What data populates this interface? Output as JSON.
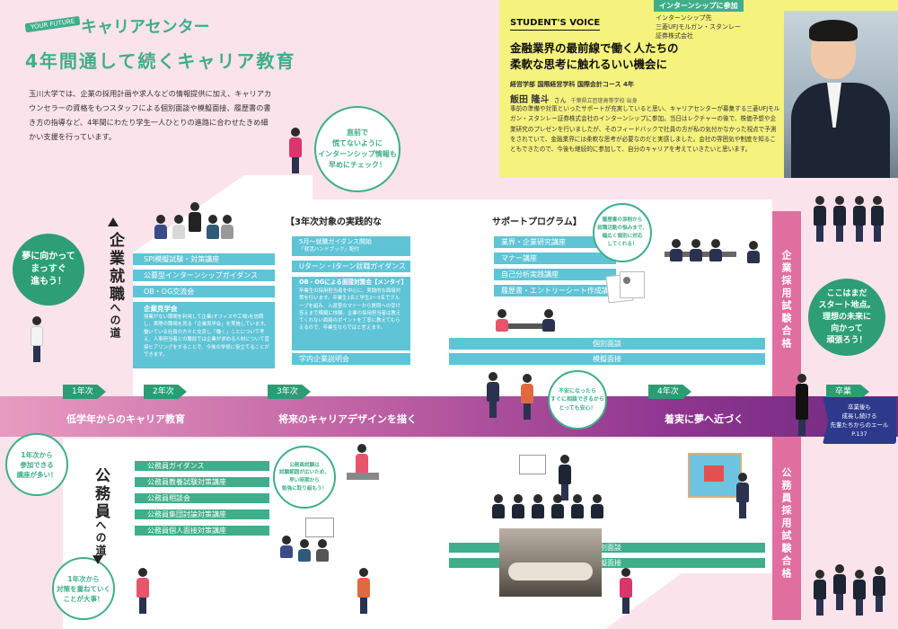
{
  "header": {
    "badge": "YOUR FUTURE",
    "title": "キャリアセンター",
    "subtitle": "4年間通して続くキャリア教育"
  },
  "intro": "玉川大学では、企業の採用計画や求人などの情報提供に加え、キャリアカウンセラーの資格をもつスタッフによる個別面談や模擬面接、履歴書の書き方の指導など、4年間にわたり学生一人ひとりの進路に合わせたきめ細かい支援を行っています。",
  "voice": {
    "tag": "インターンシップに参加",
    "label": "STUDENT'S VOICE",
    "company": "インターンシップ先\n三菱UFJモルガン・スタンレー\n証券株式会社",
    "headline": "金融業界の最前線で働く人たちの\n柔軟な思考に触れるいい機会に",
    "dept": "経営学部 国際経営学科 国際会計コース 4年",
    "name": "飯田 隆斗",
    "name_suffix": "さん",
    "school": "千葉県立匝瑳高等学校 出身",
    "body": "事前の準備や対策といったサポートが充実していると思い、キャリアセンターが募集する三菱UFJモルガン・スタンレー証券株式会社のインターンシップに参加。当日はレクチャーの後で、株価予想や企業研究のプレゼンを行いましたが、そのフィードバックで社員の方が私の気付かなかった視点で予測をされていて、金融業界には柔軟な思考が必要なのだと実感しました。会社の雰囲気や制度を知ることもできたので、今後も継続的に参加して、自分のキャリアを考えていきたいと思います。"
  },
  "bubbles": {
    "top_advice": "直前で\n慌てないように\nインターンシップ情報も\n早めにチェック！",
    "dream": "夢に向かって\nまっすぐ\n進もう！",
    "year1": "1年次から\n参加できる\n講座が多い！",
    "year1b": "1年次から\n対策を重ねていく\nことが大事！",
    "resume": "履歴書の添削から\n就職活動の悩みまで、\n幅広く個別に対応\nしてくれる！",
    "anxious": "不安になったら\nすぐに相談できるから\nとっても安心！",
    "civil": "公務員試験は\n試験範囲が広いため、\n早い時期から\n勉強に取り組もう！",
    "start": "ここはまだ\nスタート地点。\n理想の未来に\n向かって\n頑張ろう！",
    "graduates": "卒業後も\n成長し続ける\n先輩たちからのエール\nP.137"
  },
  "roads": {
    "corporate_title": "企業就職",
    "corporate_suffix": "への道",
    "civil_title": "公務員",
    "civil_suffix": "への道",
    "pass_corporate": "企業採用試験合格",
    "pass_civil": "公務員採用試験合格"
  },
  "timeline": {
    "years": [
      "1年次",
      "2年次",
      "3年次",
      "4年次",
      "卒業"
    ],
    "phases": [
      "低学年からのキャリア教育",
      "将来のキャリアデザインを描く",
      "着実に夢へ近づく"
    ]
  },
  "corporate_items": [
    "SPI模擬試験・対策講座",
    "公募型インターンシップガイダンス",
    "OB・OG交流会"
  ],
  "corporate_visit": {
    "title": "企業見学会",
    "body": "授業がない期間を利用して企業(オフィスや工場)を訪問し、実際の職場を見る「企業見学会」を実施しています。働いている社員の方々と交流し「働く」ことについて考え、人事担当者との懇談では企業が求める人材について直接ヒアリングをすることで、今後の学修に役立てることができます。"
  },
  "program": {
    "title_left": "【3年次対象の実践的な",
    "title_right": "サポートプログラム】",
    "guidance": "5月～就職ガイダンス開始",
    "guidance_sub": "「就活ハンドブック」配付",
    "uturn": "Uターン・Iターン就職ガイダンス",
    "mentai_title": "OB・OGによる面接対策会【メンタイ】",
    "mentai_body": "卒業生の採用担当者を中心に、実践的な面接対策を行います。卒業生1名と学生2〜3名でグループを組み、入退室のマナーから質問への受け答えまで模擬に体験。企業の採用担当者は教えてくれない面接のポイントを丁寧に教えてもらえるので、卒業生ならではと言えます。",
    "campus": "学内企業説明会",
    "right": [
      "業界・企業研究講座",
      "マナー講座",
      "自己分析実践講座",
      "履歴書・エントリーシート作成講座"
    ],
    "interview": "個別面談",
    "mock": "模擬面接"
  },
  "civil_items": [
    "公務員ガイダンス",
    "公務員教養試験対策講座",
    "公務員相談会",
    "公務員集団討論対策講座",
    "公務員個人面接対策講座"
  ],
  "civil_right": [
    "個別面談",
    "模擬面接"
  ],
  "colors": {
    "green": "#3fae8a",
    "teal": "#5ec4d6",
    "purple": "#7e2d83",
    "pink": "#e06fa0",
    "yellow": "#f5f27e"
  }
}
